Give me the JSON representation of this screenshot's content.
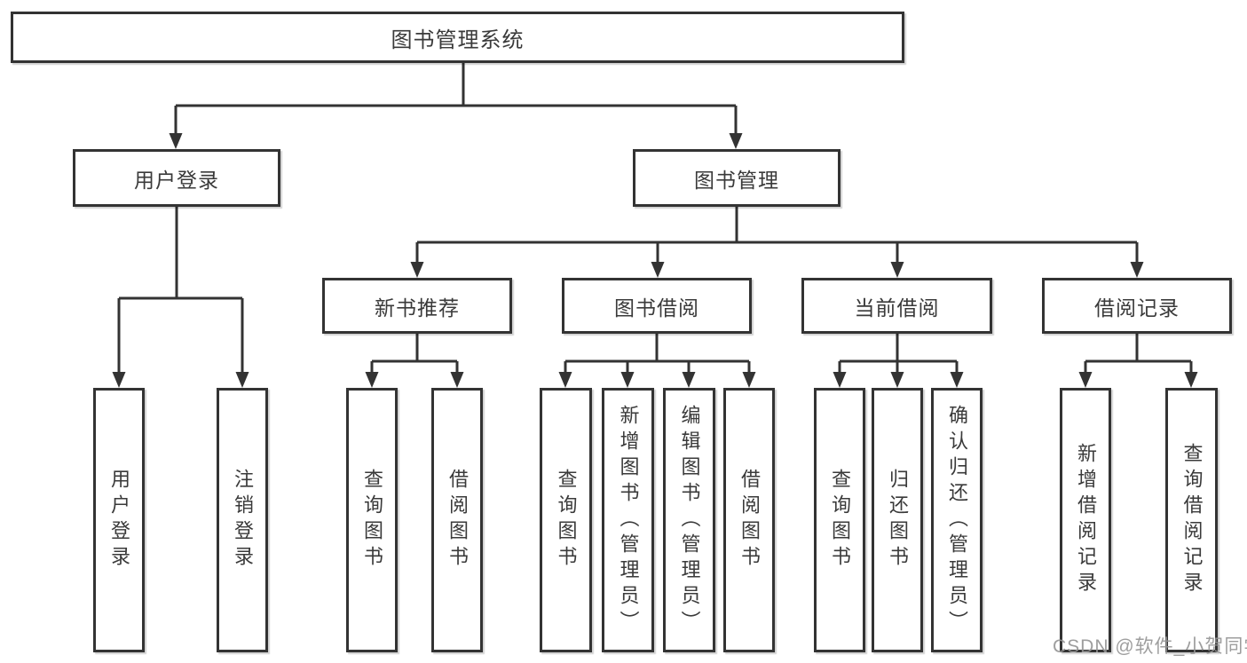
{
  "diagram": {
    "root_label": "图书管理系统",
    "level2": [
      {
        "label": "用户登录"
      },
      {
        "label": "图书管理"
      }
    ],
    "level3": [
      {
        "label": "新书推荐",
        "parent": "图书管理"
      },
      {
        "label": "图书借阅",
        "parent": "图书管理"
      },
      {
        "label": "当前借阅",
        "parent": "图书管理"
      },
      {
        "label": "借阅记录",
        "parent": "图书管理"
      }
    ],
    "level4": [
      {
        "label": "用户登录",
        "parent": "用户登录"
      },
      {
        "label": "注销登录",
        "parent": "用户登录"
      },
      {
        "label": "查询图书",
        "parent": "新书推荐"
      },
      {
        "label": "借阅图书",
        "parent": "新书推荐"
      },
      {
        "label": "查询图书",
        "parent": "图书借阅"
      },
      {
        "label": "新增图书（管理员）",
        "parent": "图书借阅"
      },
      {
        "label": "编辑图书（管理员）",
        "parent": "图书借阅"
      },
      {
        "label": "借阅图书",
        "parent": "图书借阅"
      },
      {
        "label": "查询图书",
        "parent": "当前借阅"
      },
      {
        "label": "归还图书",
        "parent": "当前借阅"
      },
      {
        "label": "确认归还（管理员）",
        "parent": "当前借阅"
      },
      {
        "label": "新增借阅记录",
        "parent": "借阅记录"
      },
      {
        "label": "查询借阅记录",
        "parent": "借阅记录"
      }
    ]
  },
  "watermark": {
    "text": "CSDN @软件_小贺同学"
  },
  "colors": {
    "line": "#333333",
    "node_border": "#333333",
    "node_text": "#3a3a3a",
    "watermark_text": "#969696",
    "background": "#ffffff"
  }
}
